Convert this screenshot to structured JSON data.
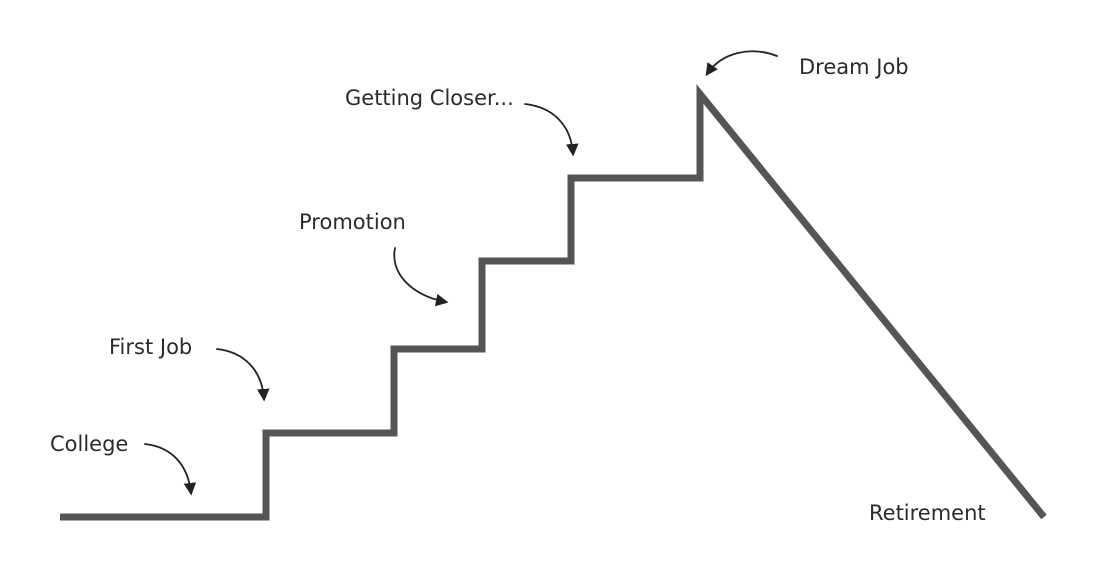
{
  "diagram": {
    "colors": {
      "path": "#555555",
      "arrow": "#222222",
      "label": "#2b2b2b"
    },
    "labels": {
      "college": "College",
      "first_job": "First Job",
      "promotion": "Promotion",
      "getting_closer": "Getting Closer...",
      "dream_job": "Dream Job",
      "retirement": "Retirement"
    }
  }
}
